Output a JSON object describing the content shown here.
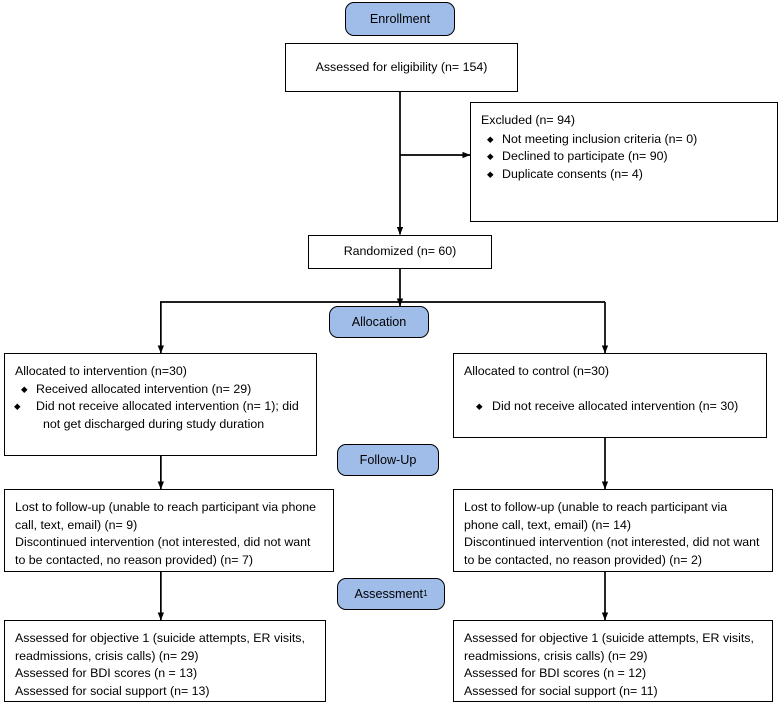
{
  "diagram": {
    "type": "consort-flow-diagram",
    "colors": {
      "badge_fill": "#A0BDE9",
      "border": "#000000",
      "box_fill": "#FFFFFF",
      "text": "#000000"
    },
    "stage_badges": [
      {
        "id": "enrollment",
        "label": "Enrollment"
      },
      {
        "id": "allocation",
        "label": "Allocation"
      },
      {
        "id": "followup",
        "label": "Follow-Up"
      },
      {
        "id": "assessment",
        "label": "Assessment",
        "footnote": "1"
      }
    ],
    "enrollment": {
      "eligibility": {
        "text": "Assessed for eligibility (n= 154)"
      },
      "excluded": {
        "title": "Excluded  (n= 94)",
        "items": [
          "Not meeting inclusion criteria (n= 0)",
          "Declined to participate (n= 90)",
          "Duplicate consents (n= 4)"
        ]
      },
      "randomized": {
        "text": "Randomized (n= 60)"
      }
    },
    "allocation": {
      "left": {
        "title": "Allocated to intervention (n=30)",
        "items": [
          "Received allocated intervention (n= 29)",
          "Did not receive allocated intervention (n= 1); did not get discharged during study duration"
        ]
      },
      "right": {
        "title": "Allocated to control (n=30)",
        "items": [
          "Did not receive allocated intervention (n= 30)"
        ]
      }
    },
    "followup": {
      "left": {
        "lines": [
          "Lost to follow-up (unable to reach participant via phone call, text, email) (n= 9)",
          "Discontinued intervention (not interested, did not want to be contacted, no reason provided) (n= 7)"
        ]
      },
      "right": {
        "lines": [
          "Lost to follow-up (unable to reach participant via phone call, text, email) (n= 14)",
          "Discontinued intervention (not interested, did not want to be contacted, no reason provided) (n= 2)"
        ]
      }
    },
    "assessment": {
      "left": {
        "lines": [
          "Assessed for objective 1 (suicide attempts, ER visits, readmissions, crisis calls) (n= 29)",
          "Assessed for BDI scores (n = 13)",
          "Assessed for social support (n= 13)"
        ]
      },
      "right": {
        "lines": [
          "Assessed for objective 1 (suicide attempts, ER visits, readmissions, crisis calls) (n= 29)",
          "Assessed for BDI scores (n = 12)",
          "Assessed for social support (n= 11)"
        ]
      }
    }
  }
}
